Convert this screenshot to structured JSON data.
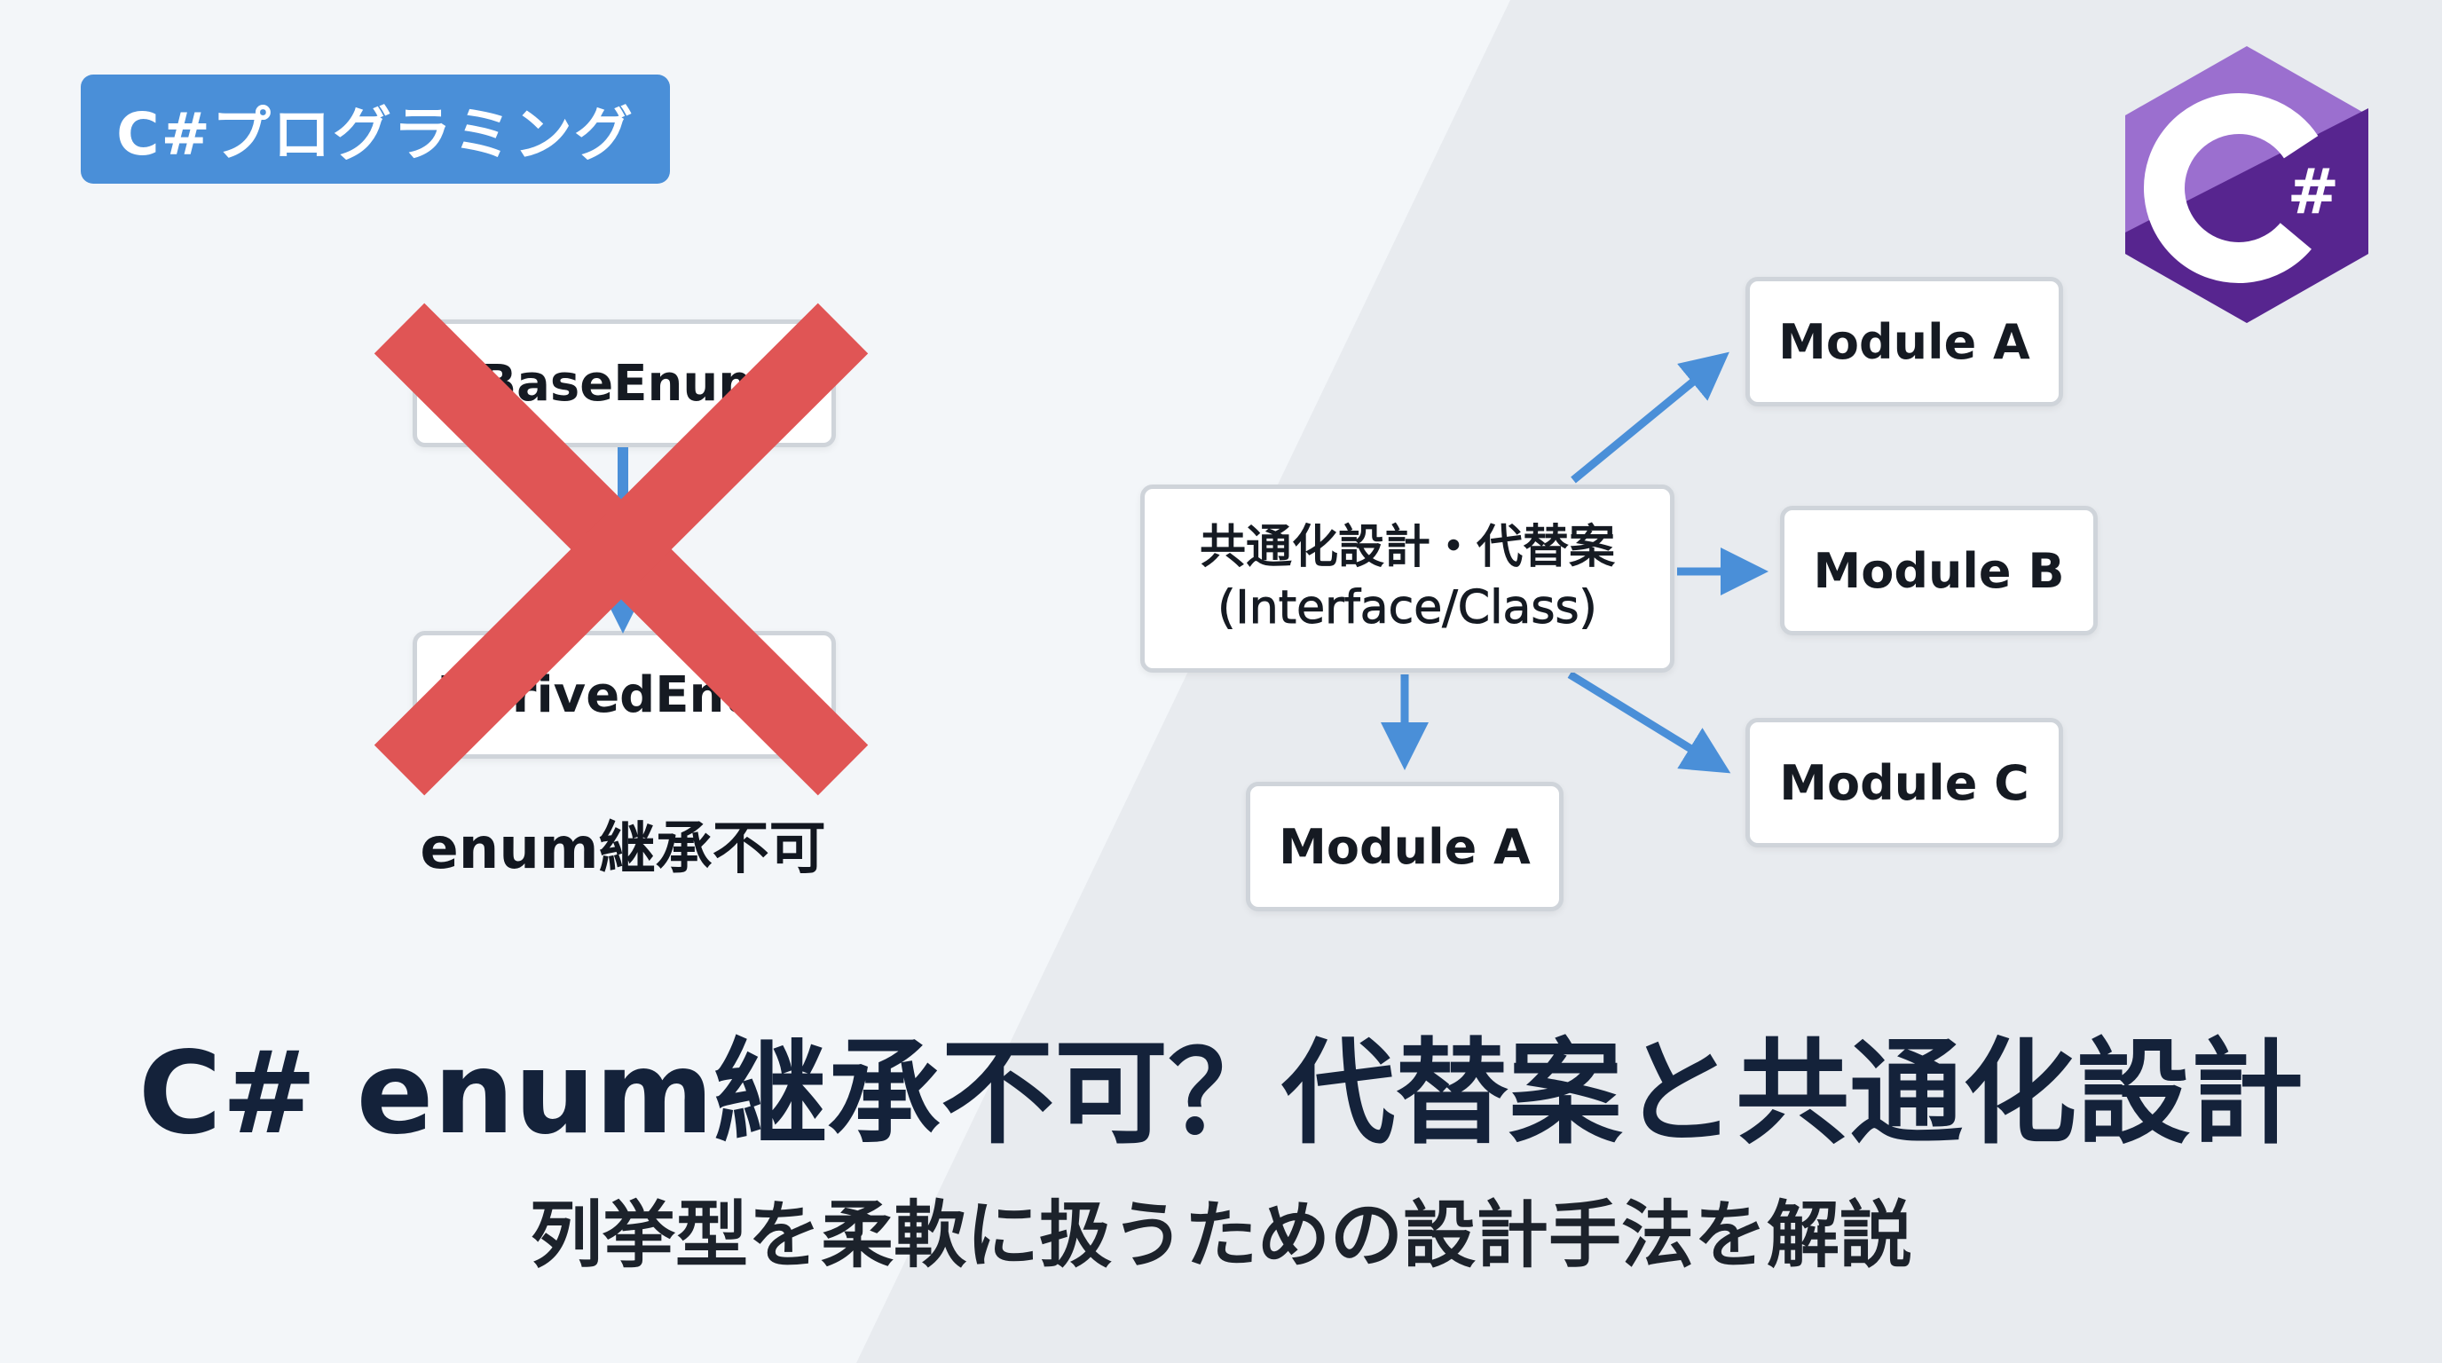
{
  "tag": "C#プログラミング",
  "logo": {
    "letter": "C",
    "symbol": "#"
  },
  "left_diagram": {
    "base": "BaseEnum",
    "derived": "DerivedEnum",
    "caption": "enum継承不可"
  },
  "right_diagram": {
    "center_line1": "共通化設計・代替案",
    "center_line2": "(Interface/Class)",
    "modules": [
      "Module A",
      "Module B",
      "Module C",
      "Module A"
    ]
  },
  "title": "C# enum継承不可？代替案と共通化設計",
  "subtitle": "列挙型を柔軟に扱うための設計手法を解説",
  "colors": {
    "accent": "#4a8fd8",
    "cross": "#e05555",
    "logo_light": "#9b6fcf",
    "logo_dark": "#57258f"
  }
}
